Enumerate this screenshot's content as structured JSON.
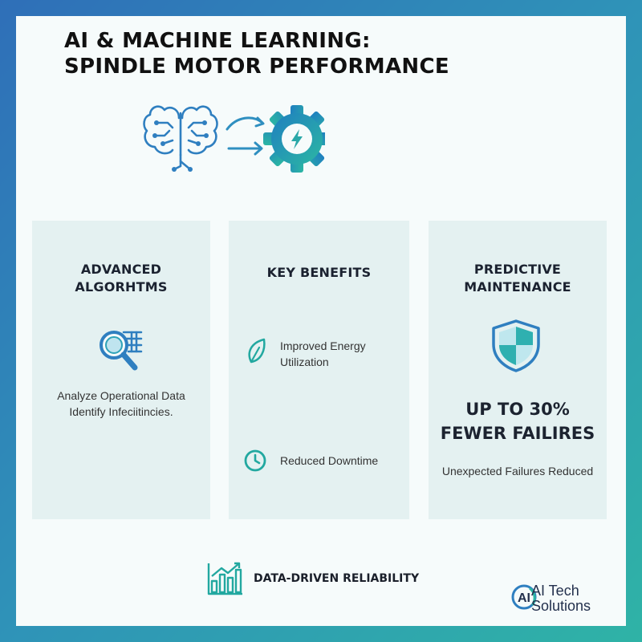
{
  "header": {
    "title_line1": "AI & MACHINE LEARNING:",
    "title_line2": "SPINDLE MOTOR PERFORMANCE"
  },
  "colors": {
    "accent_teal": "#22a8a0",
    "accent_blue": "#2f7fc0",
    "panel_bg": "#e4f1f1",
    "text_dark": "#1b2230"
  },
  "panels": {
    "algorithms": {
      "title_line1": "ADVANCED",
      "title_line2": "ALGORHTMS",
      "icon": "magnifier-data-icon",
      "text_line1": "Analyze Operational Data",
      "text_line2": "Identify Infeciitincies."
    },
    "benefits": {
      "title": "KEY BENEFITS",
      "items": [
        {
          "icon": "leaf-icon",
          "line1": "Improved Energy",
          "line2": "Utilization"
        },
        {
          "icon": "clock-icon",
          "line1": "Reduced Downtime"
        }
      ]
    },
    "maintenance": {
      "title_line1": "PREDICTIVE",
      "title_line2": "MAINTENANCE",
      "icon": "shield-icon",
      "stat_line1": "UP TO 30%",
      "stat_line2": "FEWER FAILIRES",
      "caption": "Unexpected Failures Reduced"
    }
  },
  "footer": {
    "icon": "bar-chart-icon",
    "label": "DATA-DRIVEN RELIABILITY"
  },
  "brand": {
    "logo_text": "AI",
    "line1": "AI Tech",
    "line2": "Solutions"
  }
}
